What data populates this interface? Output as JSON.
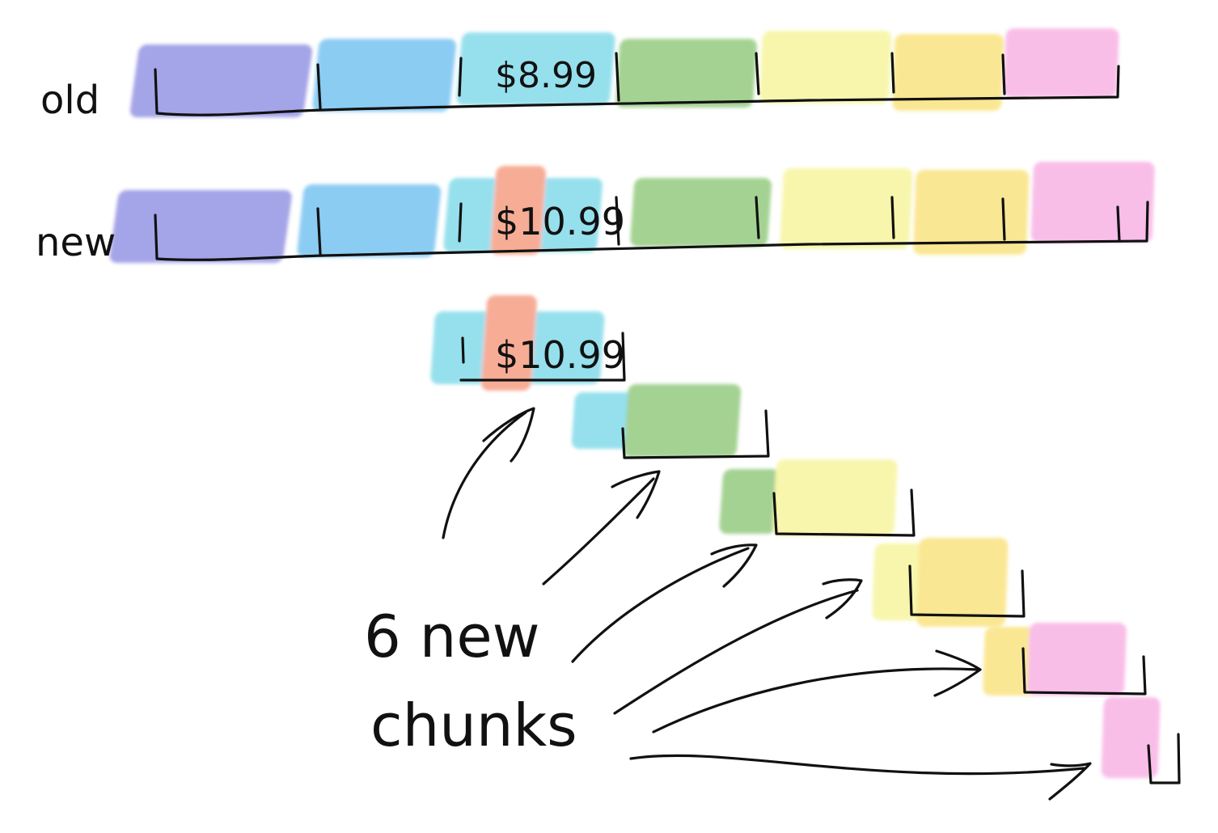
{
  "labels": {
    "old_row": "old",
    "new_row": "new",
    "caption_line1": "6 new",
    "caption_line2": "chunks"
  },
  "prices": {
    "old_price": "$8.99",
    "new_price": "$10.99",
    "new_chunk_price": "$10.99"
  },
  "colors": {
    "indigo": "#5a5ad6",
    "blue": "#2fa3ea",
    "cyan": "#3fc7de",
    "green": "#5aae3a",
    "yellow": "#f1f06a",
    "gold": "#f7d43a",
    "pink": "#f489d4",
    "changed": "#f16a3f",
    "ink": "#111111"
  },
  "rows": {
    "old": {
      "chunk_colors": [
        "indigo",
        "blue",
        "cyan",
        "green",
        "yellow",
        "gold",
        "pink"
      ]
    },
    "new": {
      "chunk_colors": [
        "indigo",
        "blue",
        "cyan",
        "green",
        "yellow",
        "gold",
        "pink"
      ],
      "changed_chunk": 2
    }
  },
  "new_chunks": {
    "count": 6,
    "colors": [
      [
        "cyan",
        "changed"
      ],
      [
        "cyan",
        "green"
      ],
      [
        "green",
        "yellow"
      ],
      [
        "yellow",
        "gold"
      ],
      [
        "gold",
        "pink"
      ],
      [
        "pink"
      ]
    ]
  }
}
